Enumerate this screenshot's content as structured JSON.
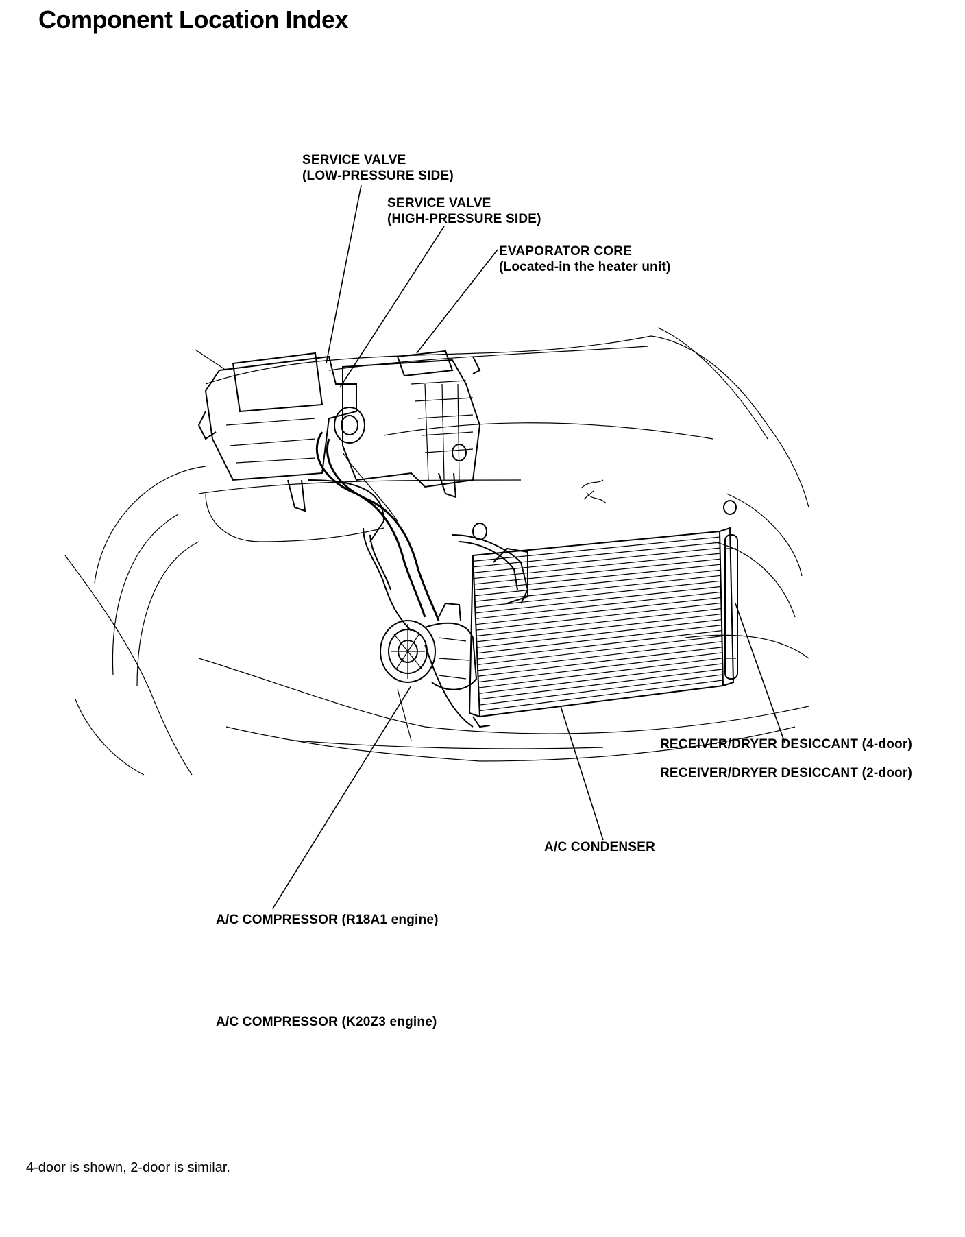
{
  "page": {
    "title": "Component Location Index",
    "footnote": "4-door is shown, 2-door is similar."
  },
  "labels": {
    "service_valve_low": {
      "line1": "SERVICE VALVE",
      "line2": "(LOW-PRESSURE SIDE)"
    },
    "service_valve_high": {
      "line1": "SERVICE VALVE",
      "line2": "(HIGH-PRESSURE SIDE)"
    },
    "evaporator_core": {
      "line1": "EVAPORATOR CORE",
      "line2": "(Located-in the heater unit)"
    },
    "receiver_dryer_4door": "RECEIVER/DRYER DESICCANT (4-door)",
    "receiver_dryer_2door": "RECEIVER/DRYER DESICCANT (2-door)",
    "ac_condenser": "A/C CONDENSER",
    "ac_compressor_r18a1": "A/C COMPRESSOR (R18A1 engine)",
    "ac_compressor_k20z3": "A/C COMPRESSOR (K20Z3 engine)"
  }
}
